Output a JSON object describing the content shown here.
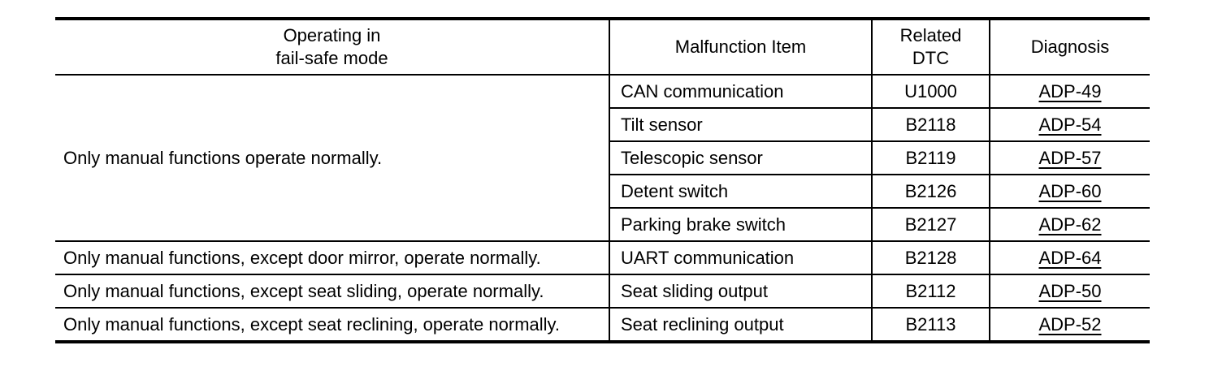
{
  "table": {
    "columns": {
      "fail_safe": "Operating in\nfail-safe mode",
      "malfunction_item": "Malfunction Item",
      "related_dtc": "Related\nDTC",
      "diagnosis": "Diagnosis"
    },
    "groups": [
      {
        "fail_safe": "Only manual functions operate normally.",
        "rows": [
          {
            "item": "CAN communication",
            "dtc": "U1000",
            "diagnosis": "ADP-49"
          },
          {
            "item": "Tilt sensor",
            "dtc": "B2118",
            "diagnosis": "ADP-54"
          },
          {
            "item": "Telescopic sensor",
            "dtc": "B2119",
            "diagnosis": "ADP-57"
          },
          {
            "item": "Detent switch",
            "dtc": "B2126",
            "diagnosis": "ADP-60"
          },
          {
            "item": "Parking brake switch",
            "dtc": "B2127",
            "diagnosis": "ADP-62"
          }
        ]
      },
      {
        "fail_safe": "Only manual functions, except door mirror, operate normally.",
        "rows": [
          {
            "item": "UART communication",
            "dtc": "B2128",
            "diagnosis": "ADP-64"
          }
        ]
      },
      {
        "fail_safe": "Only manual functions, except seat sliding, operate normally.",
        "rows": [
          {
            "item": "Seat sliding output",
            "dtc": "B2112",
            "diagnosis": "ADP-50"
          }
        ]
      },
      {
        "fail_safe": "Only manual functions, except seat reclining, operate normally.",
        "rows": [
          {
            "item": "Seat reclining output",
            "dtc": "B2113",
            "diagnosis": "ADP-52"
          }
        ]
      }
    ],
    "colors": {
      "border": "#000000",
      "text": "#000000",
      "link": "#000000",
      "background": "#ffffff"
    }
  }
}
